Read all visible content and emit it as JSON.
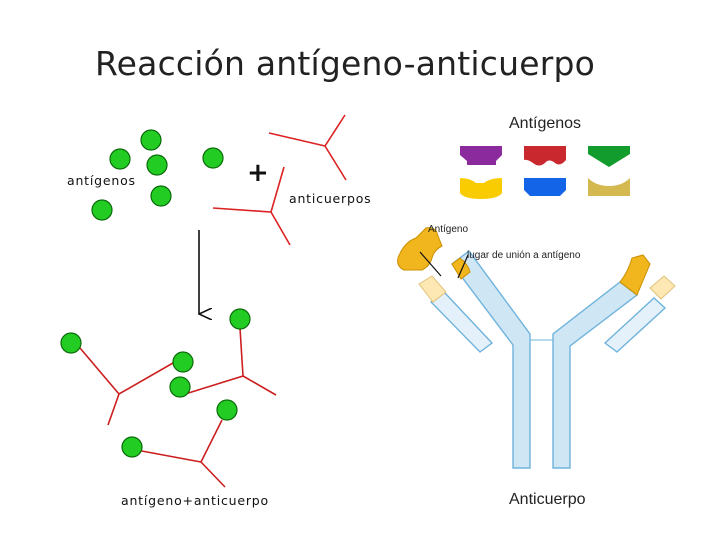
{
  "title": "Reacción antígeno-anticuerpo",
  "left": {
    "antigens_label": "antígenos",
    "plus_sign": "+",
    "antibodies_label": "anticuerpos",
    "complex_label": "antígeno+anticuerpo"
  },
  "right": {
    "antigens_heading": "Antígenos",
    "antigen_label": "Antígeno",
    "binding_site_label": "lugar de unión a antígeno",
    "antibody_heading": "Anticuerpo"
  },
  "colors": {
    "antigen_green": "#22cc22",
    "antibody_red": "#dd2222",
    "antigen_purple": "#8a2a9c",
    "antigen_red": "#c8282e",
    "antigen_darkgreen": "#129c2e",
    "antigen_yellow": "#f8cc00",
    "antigen_blue": "#1464e8",
    "antigen_khaki": "#d4b850",
    "antibody_blue": "#cfe6f5",
    "antibody_outline": "#6fb3dc",
    "site_orange": "#f1b51d",
    "site_light": "#fde7b3"
  }
}
